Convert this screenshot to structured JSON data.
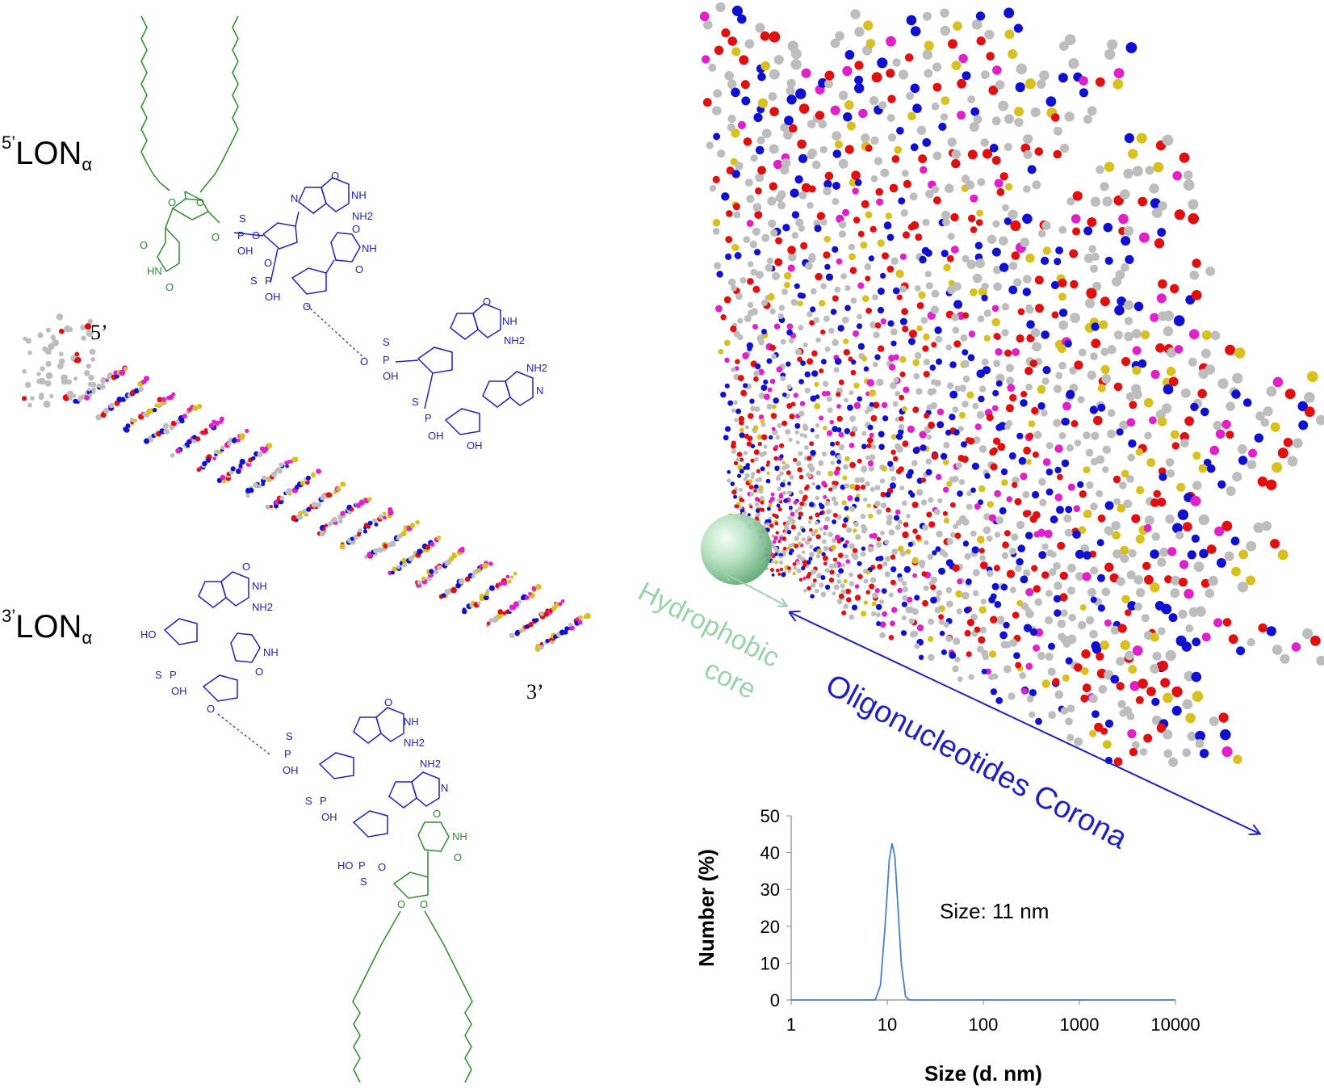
{
  "labels": {
    "lon5": {
      "prefix": "5’",
      "main": "LON",
      "sub": "α"
    },
    "lon3": {
      "prefix": "3’",
      "main": "LON",
      "sub": "α"
    },
    "end5": "5’",
    "end3": "3’",
    "hydrophobic": "Hydrophobic",
    "core": "core",
    "corona": "Oligonucleotides Corona"
  },
  "chem_text": {
    "O": "O",
    "NH": "NH",
    "N": "N",
    "NH2": "NH2",
    "HN": "HN",
    "S": "S",
    "P": "P",
    "OH": "OH",
    "HO": "HO"
  },
  "colors": {
    "green": "#2e8b2e",
    "blue": "#2020c0",
    "core_green": "#9bd3a8",
    "atom_gray": "#bdbdbd",
    "atom_red": "#e01010",
    "atom_blue": "#1010d0",
    "atom_yellow": "#d8c020",
    "atom_magenta": "#e020c8",
    "chart_line": "#4a7fc0"
  },
  "chart_data": {
    "type": "line",
    "xlabel": "Size (d. nm)",
    "ylabel": "Number (%)",
    "xscale": "log",
    "xlim": [
      1,
      10000
    ],
    "ylim": [
      0,
      50
    ],
    "xticks": [
      "1",
      "10",
      "100",
      "1000",
      "10000"
    ],
    "yticks": [
      "0",
      "10",
      "20",
      "30",
      "40",
      "50"
    ],
    "annotation": "Size: 11 nm",
    "series": [
      {
        "x": [
          1,
          5,
          7.5,
          8.5,
          9.5,
          10.5,
          11.2,
          12,
          13,
          14,
          15.5,
          17,
          100,
          1000,
          10000
        ],
        "values": [
          0,
          0,
          0,
          4,
          20,
          38,
          42.5,
          39,
          24,
          10,
          1,
          0,
          0,
          0,
          0
        ]
      }
    ]
  }
}
